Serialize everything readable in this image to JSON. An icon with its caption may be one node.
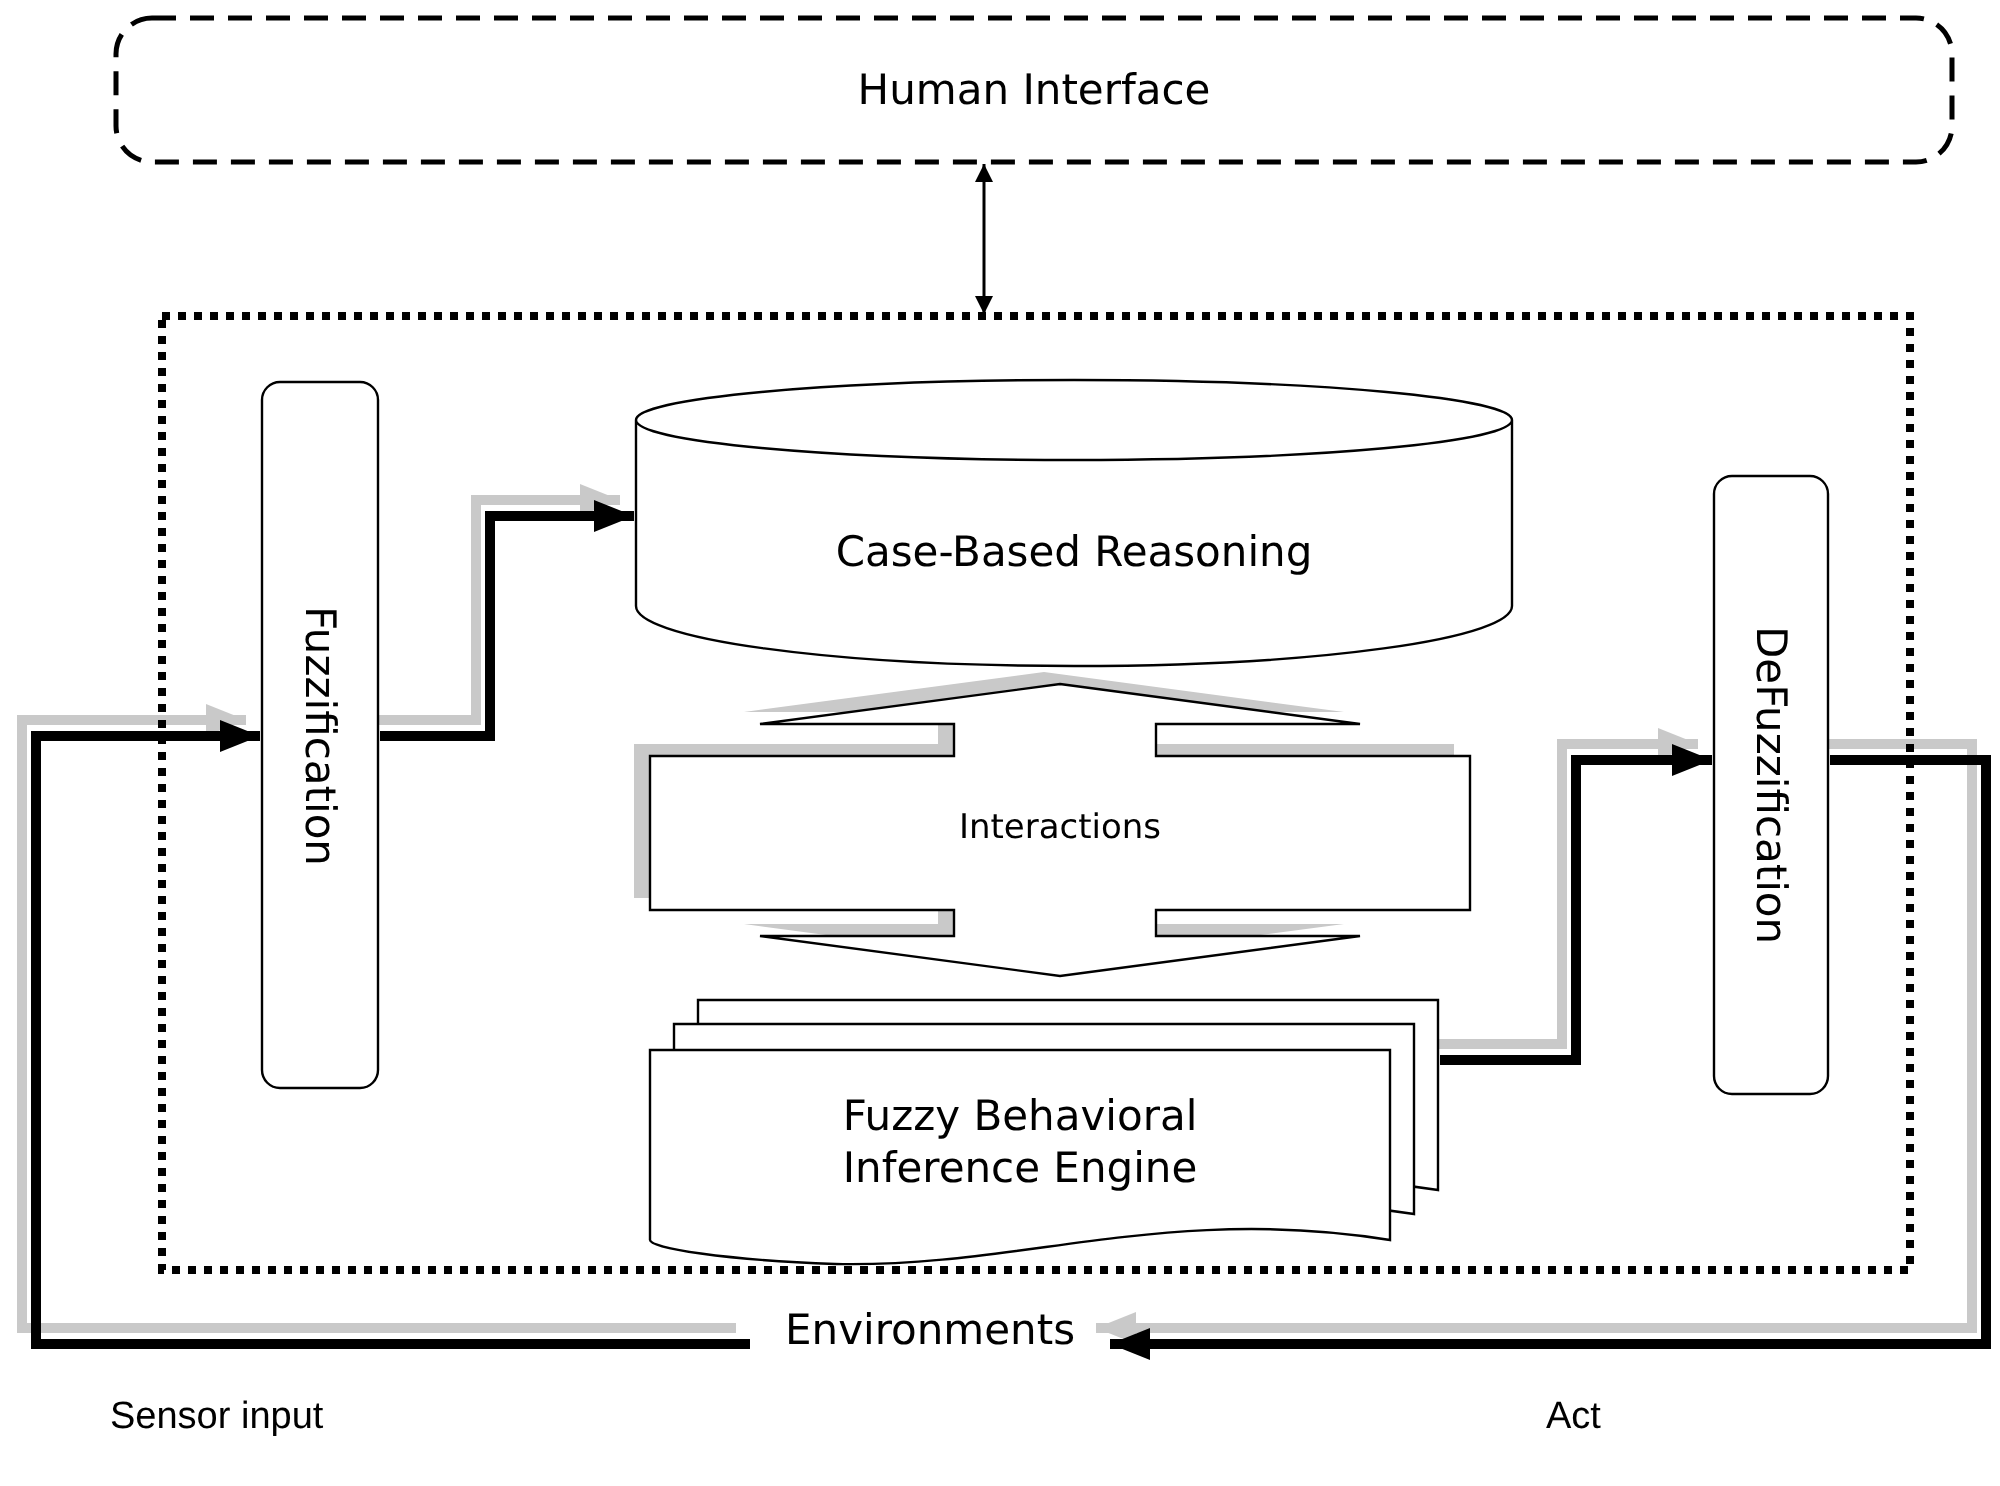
{
  "diagram": {
    "nodes": [
      {
        "text": [
          "Human Interface"
        ]
      },
      {
        "text": [],
        "shape": "box"
      },
      {
        "text": [
          "Fuzzification"
        ],
        "in": 1
      },
      {
        "text": [
          "Case-Based Reasoning"
        ],
        "in": 1
      },
      {
        "text": [
          "Interactions"
        ],
        "in": 1
      },
      {
        "text": [
          "Fuzzy Behavioral Inference Engine"
        ],
        "in": 1
      },
      {
        "text": [
          "DeFuzzification"
        ],
        "in": 1
      },
      {
        "text": [
          "Environments"
        ]
      }
    ],
    "edges": [
      {
        "from": 0,
        "to": 1,
        "arrow": "both"
      },
      {
        "from": 7,
        "to": 2,
        "arrow": "to"
      },
      {
        "from": 2,
        "to": 3,
        "arrow": "to"
      },
      {
        "from": 5,
        "to": 6,
        "arrow": "to"
      },
      {
        "from": 6,
        "to": 7,
        "arrow": "to"
      }
    ],
    "labels": [
      "Sensor input",
      "Act"
    ]
  }
}
